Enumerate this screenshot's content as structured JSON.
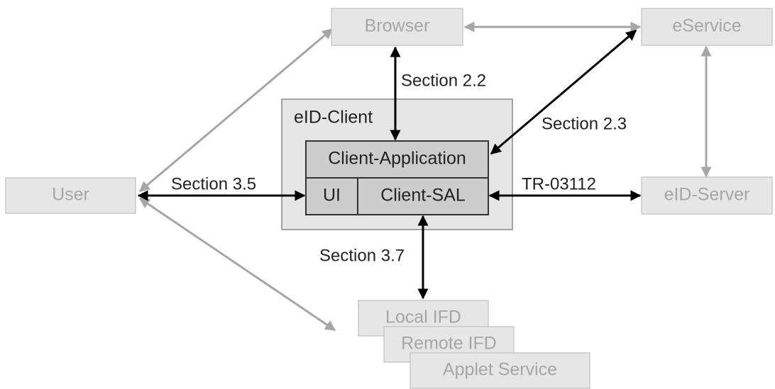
{
  "nodes": {
    "browser": "Browser",
    "eservice": "eService",
    "eid_client": "eID-Client",
    "client_application": "Client-Application",
    "ui": "UI",
    "client_sal": "Client-SAL",
    "user": "User",
    "eid_server": "eID-Server",
    "local_ifd": "Local IFD",
    "remote_ifd": "Remote IFD",
    "applet_service": "Applet Service"
  },
  "connections": {
    "browser_client": "Section 2.2",
    "eservice_client": "Section 2.3",
    "user_client": "Section 3.5",
    "sal_server": "TR-03112",
    "sal_ifd": "Section 3.7"
  },
  "colors": {
    "grey_box": "#e6e6e6",
    "dark_box": "#cdcdcd",
    "grey_text": "#a6a6a6",
    "black_arrow": "#000000",
    "grey_arrow": "#a6a6a6"
  }
}
